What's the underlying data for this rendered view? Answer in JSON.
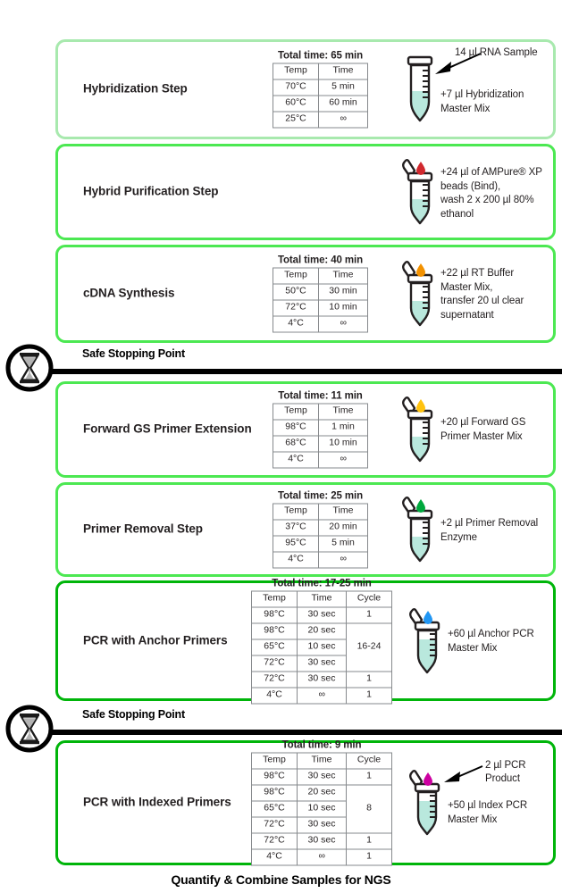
{
  "diagram": {
    "footer_title": "Quantify & Combine Samples for NGS",
    "table_headers": {
      "temp": "Temp",
      "time": "Time",
      "cycle": "Cycle"
    },
    "stopping_point_label": "Safe Stopping Point"
  },
  "steps": [
    {
      "id": "hybridization",
      "title": "Hybridization Step",
      "total_time": "Total time: 65 min",
      "rows": [
        {
          "temp": "70°C",
          "time": "5 min"
        },
        {
          "temp": "60°C",
          "time": "60 min"
        },
        {
          "temp": "25°C",
          "time": "∞"
        }
      ],
      "tube": {
        "lid": "closed",
        "droplet_color": "none",
        "fill": "low"
      },
      "note": "+7 µl Hybridization\nMaster Mix",
      "callout": "14 µl RNA Sample",
      "border_color": "#a8e9ae"
    },
    {
      "id": "hybrid-purification",
      "title": "Hybrid Purification Step",
      "total_time": "",
      "rows": [],
      "tube": {
        "lid": "open",
        "droplet_color": "#d1282e",
        "fill": "low"
      },
      "note": "+24 µl of AMPure® XP\nbeads (Bind),\nwash 2 x 200 µl 80%\nethanol",
      "callout": "",
      "border_color": "#4ce852"
    },
    {
      "id": "cdna-synthesis",
      "title": "cDNA Synthesis",
      "total_time": "Total time: 40 min",
      "rows": [
        {
          "temp": "50°C",
          "time": "30 min"
        },
        {
          "temp": "72°C",
          "time": "10 min"
        },
        {
          "temp": "4°C",
          "time": "∞"
        }
      ],
      "tube": {
        "lid": "open",
        "droplet_color": "#f29100",
        "fill": "low"
      },
      "note": "+22 µl RT Buffer\nMaster Mix,\ntransfer 20 ul clear\nsupernatant",
      "callout": "",
      "border_color": "#4ce852"
    },
    {
      "id": "forward-gs-primer-extension",
      "title": "Forward GS Primer Extension",
      "total_time": "Total time: 11 min",
      "rows": [
        {
          "temp": "98°C",
          "time": "1 min"
        },
        {
          "temp": "68°C",
          "time": "10 min"
        },
        {
          "temp": "4°C",
          "time": "∞"
        }
      ],
      "tube": {
        "lid": "open",
        "droplet_color": "#ffc20e",
        "fill": "low"
      },
      "note": "+20 µl Forward GS\nPrimer Master Mix",
      "callout": "",
      "border_color": "#4ce852"
    },
    {
      "id": "primer-removal",
      "title": "Primer Removal Step",
      "total_time": "Total time: 25 min",
      "rows": [
        {
          "temp": "37°C",
          "time": "20 min"
        },
        {
          "temp": "95°C",
          "time": "5 min"
        },
        {
          "temp": "4°C",
          "time": "∞"
        }
      ],
      "tube": {
        "lid": "open",
        "droplet_color": "#00a83d",
        "fill": "low"
      },
      "note": "+2 µl Primer Removal\nEnzyme",
      "callout": "",
      "border_color": "#4ce852"
    },
    {
      "id": "pcr-anchor-primers",
      "title": "PCR with Anchor Primers",
      "total_time": "Total time: 17-25 min",
      "rows": [
        {
          "temp": "98°C",
          "time": "30 sec",
          "cycle": "1"
        },
        {
          "temp": "98°C",
          "time": "20 sec",
          "cycle": "16-24",
          "cycle_span": 3
        },
        {
          "temp": "65°C",
          "time": "10 sec"
        },
        {
          "temp": "72°C",
          "time": "30 sec"
        },
        {
          "temp": "72°C",
          "time": "30 sec",
          "cycle": "1"
        },
        {
          "temp": "4°C",
          "time": "∞",
          "cycle": "1"
        }
      ],
      "tube": {
        "lid": "open",
        "droplet_color": "#2196f3",
        "fill": "high"
      },
      "note": "+60 µl Anchor PCR\nMaster Mix",
      "callout": "",
      "border_color": "#00b50a"
    },
    {
      "id": "pcr-indexed-primers",
      "title": "PCR with Indexed Primers",
      "total_time": "Total time: 9 min",
      "rows": [
        {
          "temp": "98°C",
          "time": "30 sec",
          "cycle": "1"
        },
        {
          "temp": "98°C",
          "time": "20 sec",
          "cycle": "8",
          "cycle_span": 3
        },
        {
          "temp": "65°C",
          "time": "10 sec"
        },
        {
          "temp": "72°C",
          "time": "30 sec"
        },
        {
          "temp": "72°C",
          "time": "30 sec",
          "cycle": "1"
        },
        {
          "temp": "4°C",
          "time": "∞",
          "cycle": "1"
        }
      ],
      "tube": {
        "lid": "open",
        "droplet_color": "#cc00a0",
        "fill": "high"
      },
      "note": "+50 µl Index PCR\nMaster Mix",
      "callout": "2 µl PCR\nProduct",
      "border_color": "#00b50a"
    }
  ]
}
